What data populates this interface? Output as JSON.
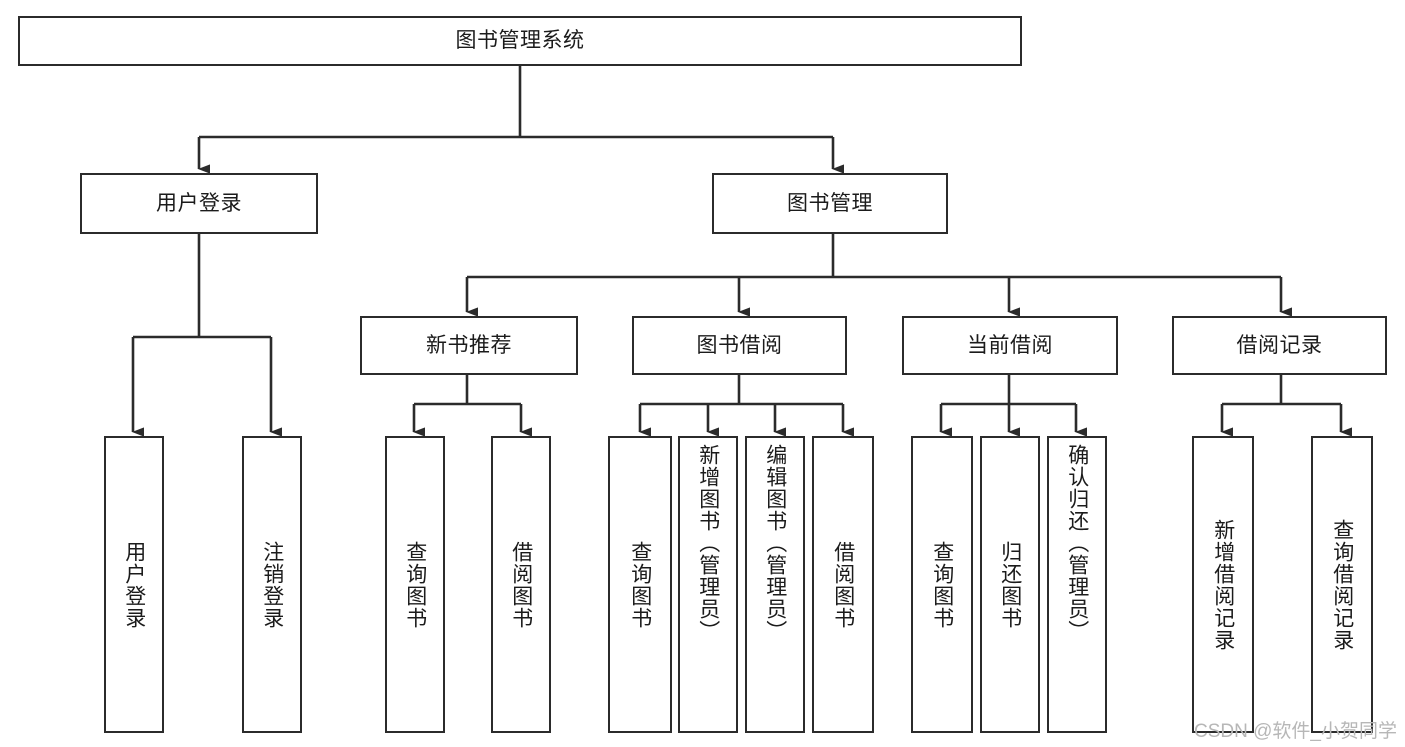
{
  "diagram": {
    "title": "图书管理系统",
    "type": "tree-hierarchy",
    "root": {
      "label": "图书管理系统"
    },
    "level2": [
      {
        "label": "用户登录"
      },
      {
        "label": "图书管理"
      }
    ],
    "level3": [
      {
        "label": "新书推荐"
      },
      {
        "label": "图书借阅"
      },
      {
        "label": "当前借阅"
      },
      {
        "label": "借阅记录"
      }
    ],
    "leaves": {
      "user_login": [
        {
          "label": "用户登录"
        },
        {
          "label": "注销登录"
        }
      ],
      "new_book_recommend": [
        {
          "label": "查询图书"
        },
        {
          "label": "借阅图书"
        }
      ],
      "book_borrow": [
        {
          "label": "查询图书"
        },
        {
          "label": "新增图书（管理员）"
        },
        {
          "label": "编辑图书（管理员）"
        },
        {
          "label": "借阅图书"
        }
      ],
      "current_borrow": [
        {
          "label": "查询图书"
        },
        {
          "label": "归还图书"
        },
        {
          "label": "确认归还（管理员）"
        }
      ],
      "borrow_record": [
        {
          "label": "新增借阅记录"
        },
        {
          "label": "查询借阅记录"
        }
      ]
    }
  },
  "colors": {
    "stroke": "#2b2b2b",
    "text": "#1b1b1b",
    "background": "#ffffff",
    "watermark": "#b7b7b7"
  },
  "watermark": {
    "text": "CSDN @软件_小贺同学"
  }
}
